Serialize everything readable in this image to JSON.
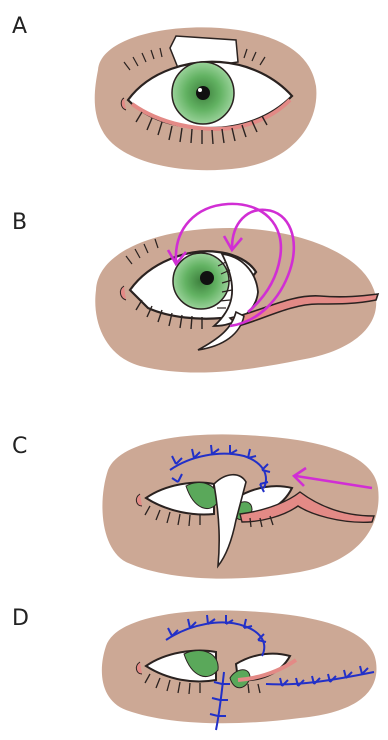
{
  "panels": [
    {
      "label": "A"
    },
    {
      "label": "B"
    },
    {
      "label": "C"
    },
    {
      "label": "D"
    }
  ],
  "colors": {
    "skin": "#b07a5c",
    "eyelid_rim": "#e38a86",
    "iris": "#5aa85a",
    "arrow": "#d12ed4",
    "suture": "#2230c8",
    "outline": "#2a2220"
  }
}
